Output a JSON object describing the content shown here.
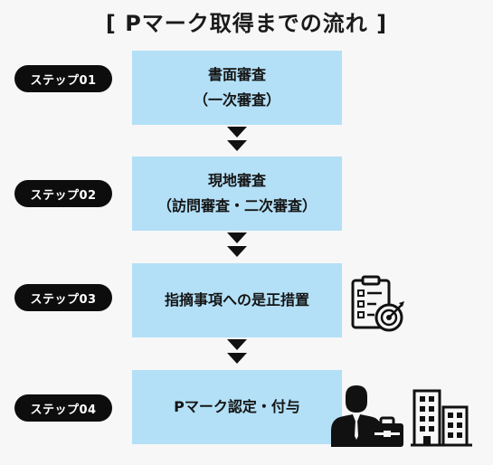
{
  "title": "[ Pマーク取得までの流れ ]",
  "steps": [
    {
      "label": "ステップ01",
      "line1": "書面審査",
      "line2": "（一次審査）"
    },
    {
      "label": "ステップ02",
      "line1": "現地審査",
      "line2": "（訪問審査・二次審査）"
    },
    {
      "label": "ステップ03",
      "line1": "指摘事項への是正措置",
      "line2": ""
    },
    {
      "label": "ステップ04",
      "line1": "Pマーク認定・付与",
      "line2": ""
    }
  ],
  "icons": [
    "clipboard-target-icon",
    "businessman-briefcase-icon",
    "office-building-icon"
  ],
  "colors": {
    "box": "#b3e0f7",
    "pill": "#0d0d0d",
    "arrow": "#111111"
  }
}
